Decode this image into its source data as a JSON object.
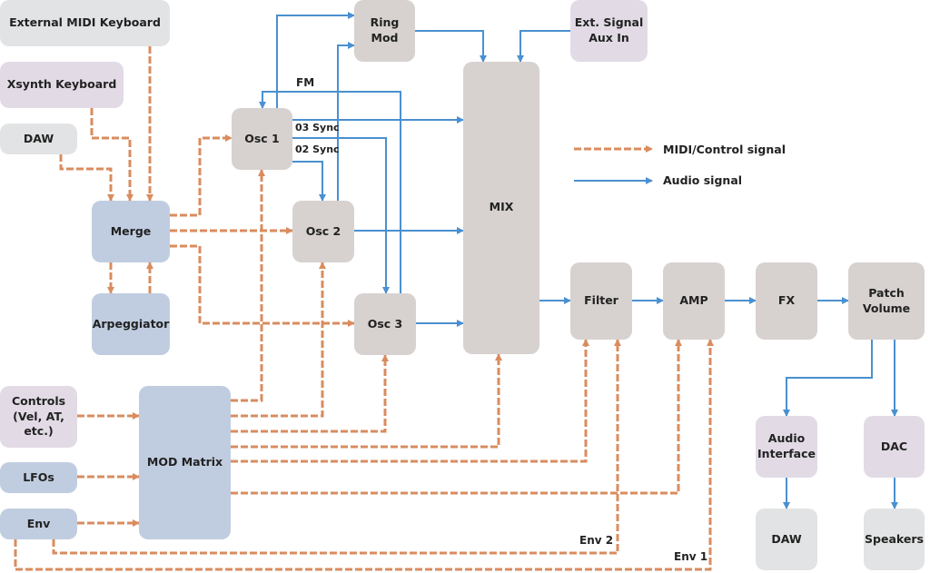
{
  "diagram": {
    "title": "Xsynth signal flow",
    "colors": {
      "midi_control": "#d98c5f",
      "audio": "#4a90d0",
      "input_box": "#e2e3e4",
      "source_box": "#e2dbe6",
      "control_box": "#c0cde0",
      "processing_box": "#d7d2d0"
    },
    "nodes": {
      "ext_midi": "External MIDI Keyboard",
      "xsynth_kb": "Xsynth Keyboard",
      "daw_in": "DAW",
      "merge": "Merge",
      "arp": "Arpeggiator",
      "osc1": "Osc 1",
      "osc2": "Osc 2",
      "osc3": "Osc 3",
      "ringmod": "Ring Mod",
      "ext_signal": "Ext. Signal\nAux In",
      "mix": "MIX",
      "filter": "Filter",
      "amp": "AMP",
      "fx": "FX",
      "patch_volume": "Patch\nVolume",
      "controls": "Controls\n(Vel, AT,\netc.)",
      "lfos": "LFOs",
      "env": "Env",
      "mod_matrix": "MOD Matrix",
      "audio_interface": "Audio\nInterface",
      "dac": "DAC",
      "daw_out": "DAW",
      "speakers": "Speakers"
    },
    "edge_labels": {
      "fm": "FM",
      "sync3": "03 Sync",
      "sync2": "02 Sync",
      "env2": "Env 2",
      "env1": "Env 1"
    },
    "legend": {
      "midi": "MIDI/Control signal",
      "audio": "Audio signal"
    },
    "edges": [
      {
        "from": "ext_midi",
        "to": "merge",
        "type": "midi"
      },
      {
        "from": "xsynth_kb",
        "to": "merge",
        "type": "midi"
      },
      {
        "from": "daw_in",
        "to": "merge",
        "type": "midi"
      },
      {
        "from": "merge",
        "to": "arp",
        "type": "midi"
      },
      {
        "from": "arp",
        "to": "merge",
        "type": "midi"
      },
      {
        "from": "merge",
        "to": "osc1",
        "type": "midi"
      },
      {
        "from": "merge",
        "to": "osc2",
        "type": "midi"
      },
      {
        "from": "merge",
        "to": "osc3",
        "type": "midi"
      },
      {
        "from": "osc1",
        "to": "ringmod",
        "type": "audio"
      },
      {
        "from": "osc2",
        "to": "ringmod",
        "type": "audio"
      },
      {
        "from": "osc3",
        "to": "osc1",
        "type": "audio",
        "label": "FM"
      },
      {
        "from": "osc1",
        "to": "osc3",
        "type": "audio",
        "label": "03 Sync"
      },
      {
        "from": "osc1",
        "to": "osc2",
        "type": "audio",
        "label": "02 Sync"
      },
      {
        "from": "osc1",
        "to": "mix",
        "type": "audio"
      },
      {
        "from": "osc2",
        "to": "mix",
        "type": "audio"
      },
      {
        "from": "osc3",
        "to": "mix",
        "type": "audio"
      },
      {
        "from": "ringmod",
        "to": "mix",
        "type": "audio"
      },
      {
        "from": "ext_signal",
        "to": "mix",
        "type": "audio"
      },
      {
        "from": "mix",
        "to": "filter",
        "type": "audio"
      },
      {
        "from": "filter",
        "to": "amp",
        "type": "audio"
      },
      {
        "from": "amp",
        "to": "fx",
        "type": "audio"
      },
      {
        "from": "fx",
        "to": "patch_volume",
        "type": "audio"
      },
      {
        "from": "patch_volume",
        "to": "audio_interface",
        "type": "audio"
      },
      {
        "from": "patch_volume",
        "to": "dac",
        "type": "audio"
      },
      {
        "from": "audio_interface",
        "to": "daw_out",
        "type": "audio"
      },
      {
        "from": "dac",
        "to": "speakers",
        "type": "audio"
      },
      {
        "from": "controls",
        "to": "mod_matrix",
        "type": "midi"
      },
      {
        "from": "lfos",
        "to": "mod_matrix",
        "type": "midi"
      },
      {
        "from": "env",
        "to": "mod_matrix",
        "type": "midi"
      },
      {
        "from": "mod_matrix",
        "to": "osc1",
        "type": "midi"
      },
      {
        "from": "mod_matrix",
        "to": "osc2",
        "type": "midi"
      },
      {
        "from": "mod_matrix",
        "to": "osc3",
        "type": "midi"
      },
      {
        "from": "mod_matrix",
        "to": "mix",
        "type": "midi"
      },
      {
        "from": "mod_matrix",
        "to": "filter",
        "type": "midi"
      },
      {
        "from": "mod_matrix",
        "to": "amp",
        "type": "midi"
      },
      {
        "from": "env",
        "to": "filter",
        "type": "midi",
        "label": "Env 2"
      },
      {
        "from": "env",
        "to": "amp",
        "type": "midi",
        "label": "Env 1"
      }
    ]
  }
}
